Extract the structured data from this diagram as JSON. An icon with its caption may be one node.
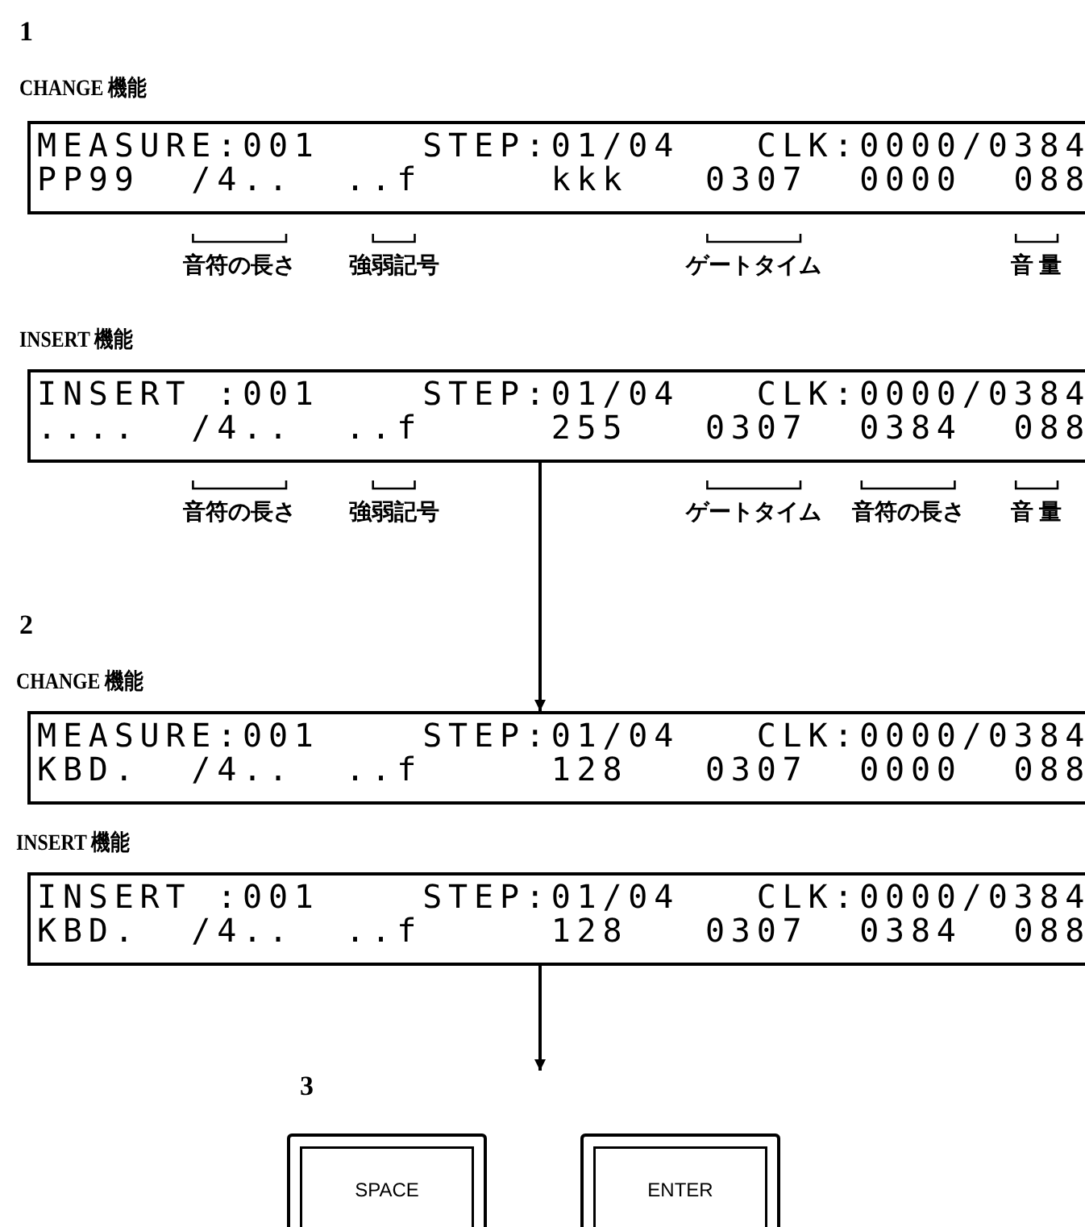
{
  "diagram": {
    "nodes": [
      {
        "text": [
          "MEASURE:001    STEP:01/04   CLK:0000/0384",
          "PP99  /4..  ..f     kkk   0307  0000  088"
        ]
      },
      {
        "text": [
          "INSERT :001    STEP:01/04   CLK:0000/0384",
          "....  /4..  ..f     255   0307  0384  088"
        ]
      },
      {
        "text": [
          "MEASURE:001    STEP:01/04   CLK:0000/0384",
          "KBD.  /4..  ..f     128   0307  0000  088"
        ]
      },
      {
        "text": [
          "INSERT :001    STEP:01/04   CLK:0000/0384",
          "KBD.  /4..  ..f     128   0307  0384  088"
        ]
      },
      {
        "text": [
          "SPACE"
        ]
      },
      {
        "text": [
          "ENTER"
        ]
      }
    ],
    "edges": [
      {
        "from": 1,
        "to": 2,
        "arrow": "to"
      },
      {
        "from": 3,
        "to": null,
        "arrow": "to"
      }
    ],
    "labels": [
      "1",
      "CHANGE 機能",
      "音符の長さ",
      "強弱記号",
      "ゲートタイム",
      "音 量",
      "INSERT 機能",
      "音符の長さ",
      "強弱記号",
      "ゲートタイム",
      "音符の長さ",
      "音 量",
      "2",
      "CHANGE 機能",
      "INSERT 機能",
      "3"
    ]
  }
}
